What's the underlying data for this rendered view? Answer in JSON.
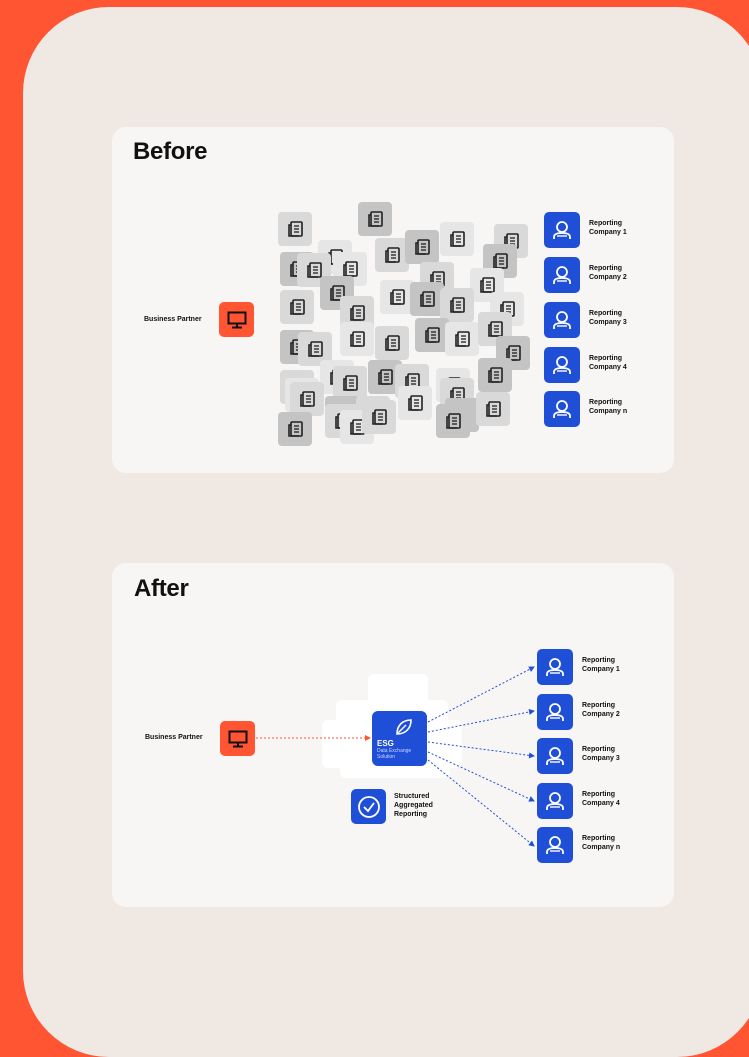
{
  "before": {
    "heading": "Before",
    "business_partner": "Business Partner",
    "companies": [
      {
        "line1": "Reporting",
        "line2": "Company 1"
      },
      {
        "line1": "Reporting",
        "line2": "Company 2"
      },
      {
        "line1": "Reporting",
        "line2": "Company 3"
      },
      {
        "line1": "Reporting",
        "line2": "Company 4"
      },
      {
        "line1": "Reporting",
        "line2": "Company n"
      }
    ]
  },
  "after": {
    "heading": "After",
    "business_partner": "Business Partner",
    "hub_title": "ESG",
    "hub_subtitle": "Data Exchange Solution",
    "structured_label": "Structured\nAggregated\nReporting",
    "companies": [
      {
        "line1": "Reporting",
        "line2": "Company 1"
      },
      {
        "line1": "Reporting",
        "line2": "Company 2"
      },
      {
        "line1": "Reporting",
        "line2": "Company 3"
      },
      {
        "line1": "Reporting",
        "line2": "Company 4"
      },
      {
        "line1": "Reporting",
        "line2": "Company n"
      }
    ]
  },
  "colors": {
    "accent": "#ff5533",
    "blue": "#1f4fd6",
    "line_red": "#ff5533",
    "line_blue": "#1f4fd6"
  }
}
